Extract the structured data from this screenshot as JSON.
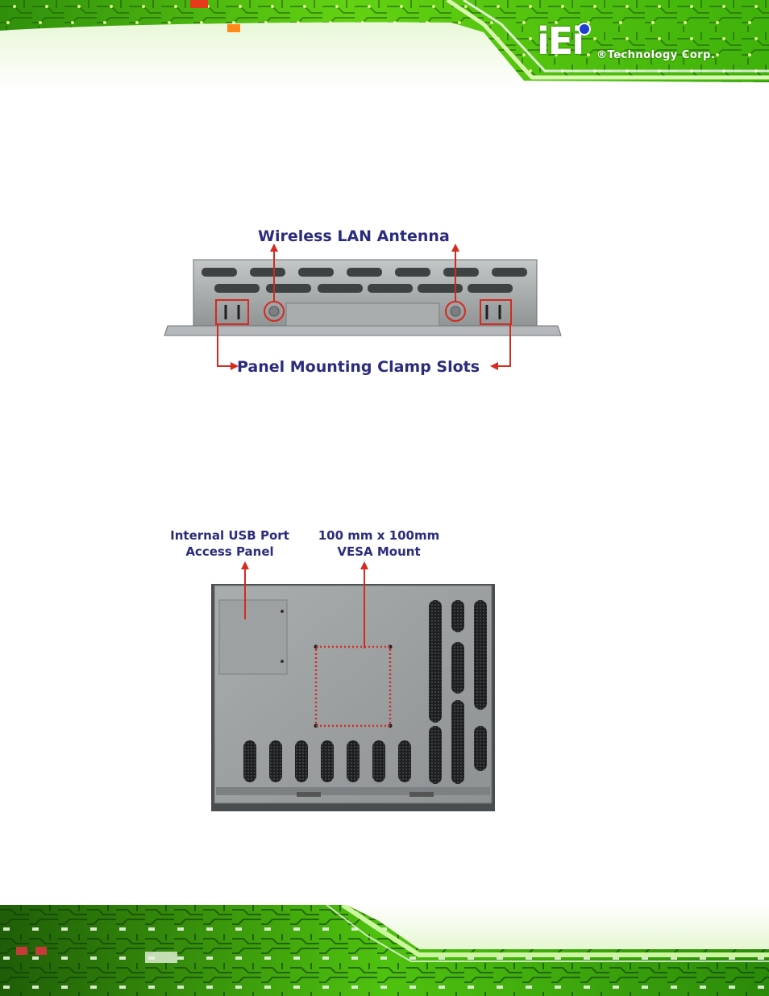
{
  "header": {
    "brand_mark": "iEi",
    "brand_name": "®Technology Corp."
  },
  "figure_top": {
    "antenna_label": "Wireless LAN Antenna",
    "clamp_label": "Panel Mounting Clamp Slots"
  },
  "figure_bottom": {
    "usb_label_line1": "Internal USB Port",
    "usb_label_line2": "Access Panel",
    "vesa_label_line1": "100 mm x 100mm",
    "vesa_label_line2": "VESA Mount"
  },
  "colors": {
    "callout_text": "#2b2c7d",
    "callout_line": "#d42a1f",
    "pcb_green": "#5fd00f",
    "pcb_dark": "#0f3a0a",
    "panel_gray": "#9fa3a4"
  }
}
